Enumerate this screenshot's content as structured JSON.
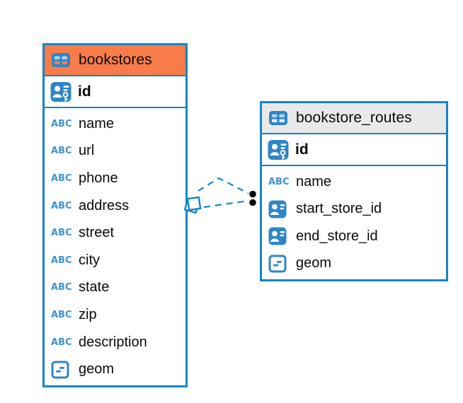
{
  "diagram": {
    "background": "#ffffff",
    "accent_blue": "#1485c8",
    "header_colors": {
      "bookstores": "#f87c4a",
      "bookstore_routes": "#e9e9e9"
    }
  },
  "icons": {
    "text_type_label": "ABC"
  },
  "tables": [
    {
      "name": "bookstores",
      "header_style": "orange",
      "primary_key": {
        "name": "id",
        "icon": "primary-key"
      },
      "columns": [
        {
          "name": "name",
          "icon": "text"
        },
        {
          "name": "url",
          "icon": "text"
        },
        {
          "name": "phone",
          "icon": "text"
        },
        {
          "name": "address",
          "icon": "text"
        },
        {
          "name": "street",
          "icon": "text"
        },
        {
          "name": "city",
          "icon": "text"
        },
        {
          "name": "state",
          "icon": "text"
        },
        {
          "name": "zip",
          "icon": "text"
        },
        {
          "name": "description",
          "icon": "text"
        },
        {
          "name": "geom",
          "icon": "geometry"
        }
      ]
    },
    {
      "name": "bookstore_routes",
      "header_style": "gray",
      "primary_key": {
        "name": "id",
        "icon": "primary-key"
      },
      "columns": [
        {
          "name": "name",
          "icon": "text"
        },
        {
          "name": "start_store_id",
          "icon": "foreign-key"
        },
        {
          "name": "end_store_id",
          "icon": "foreign-key"
        },
        {
          "name": "geom",
          "icon": "geometry"
        }
      ]
    }
  ],
  "relationship": {
    "from_table": "bookstores",
    "to_table": "bookstore_routes",
    "line_style": "dashed",
    "source_marker": "diamond",
    "target_marker": "two-dots"
  }
}
